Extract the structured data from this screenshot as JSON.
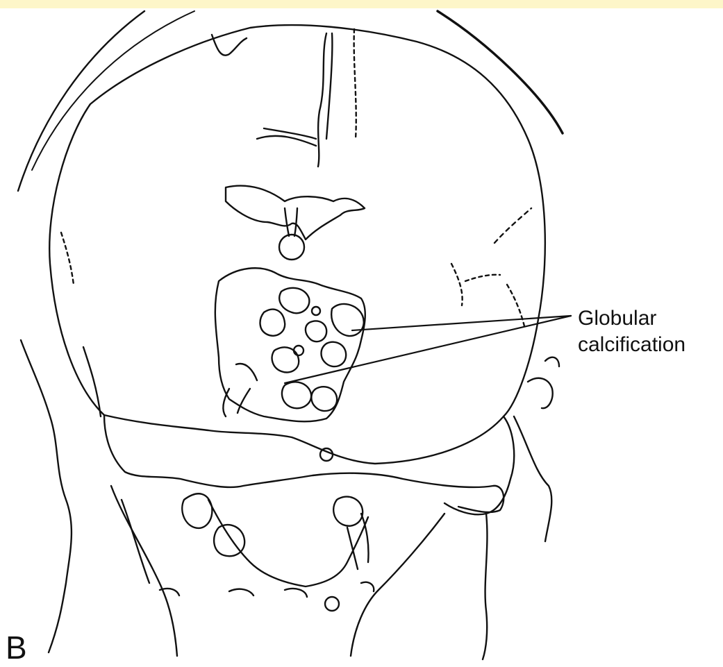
{
  "figure": {
    "panel_letter": "B",
    "label": {
      "line1": "Globular",
      "line2": "calcification"
    },
    "colors": {
      "band": "#fdf6c9",
      "ink": "#111111",
      "background": "#ffffff"
    }
  }
}
